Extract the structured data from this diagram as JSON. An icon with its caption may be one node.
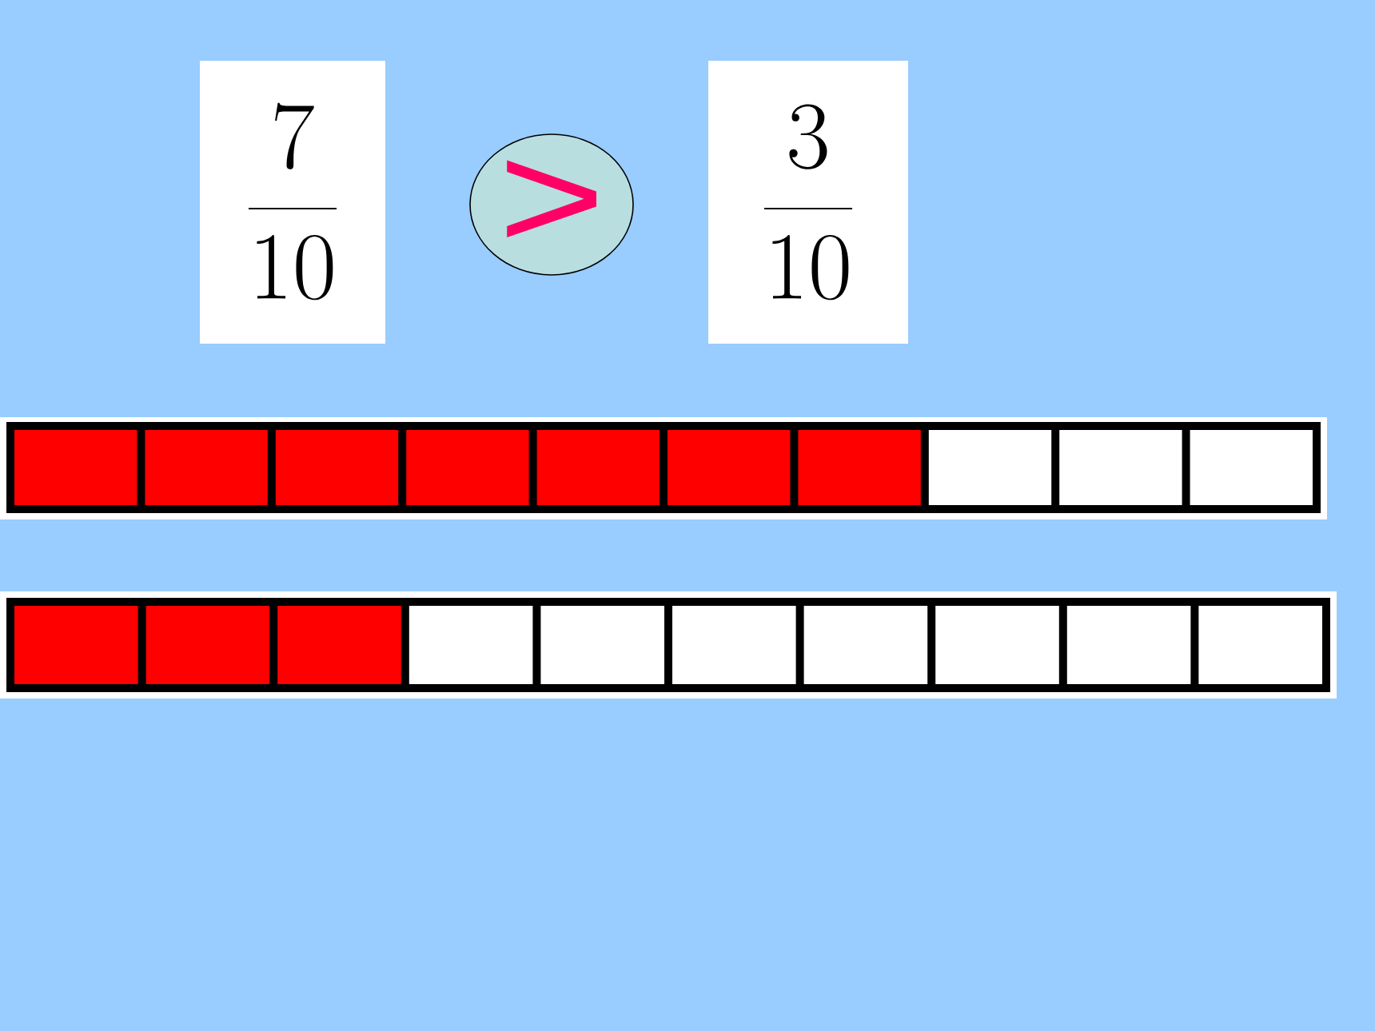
{
  "diagram": {
    "nodes": [
      {
        "text": [
          "\\frac{7}{10}"
        ]
      },
      {
        "text": [
          ">"
        ]
      },
      {
        "text": [
          "\\frac{3}{10}"
        ]
      },
      {
        "text": [],
        "shape": "bar"
      },
      {
        "text": [],
        "shape": "bar"
      }
    ]
  }
}
